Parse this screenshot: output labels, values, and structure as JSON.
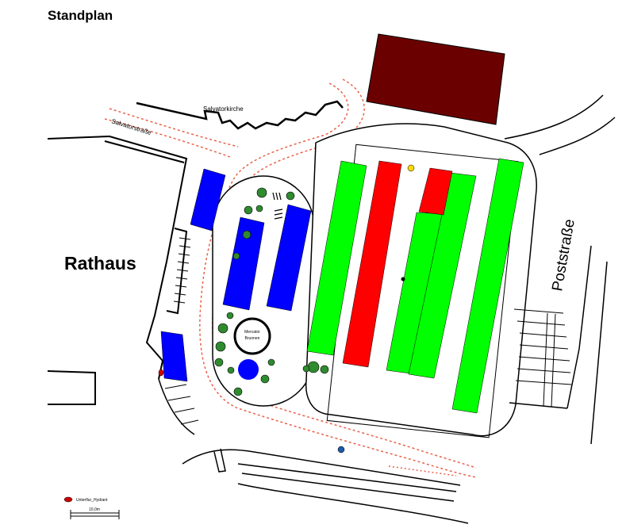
{
  "page": {
    "title": "Standplan"
  },
  "map": {
    "labels": {
      "rathaus": "Rathaus",
      "poststrasse": "Poststraße",
      "salvatorstrasse": "Salvatorstraße",
      "salvatorkirche": "Salvatorkirche",
      "brunnen_line1": "Mercator",
      "brunnen_line2": "Brunnen"
    },
    "legend": {
      "hydrant_label": "Unterflur_Hydrant",
      "scale_label": "10,0m"
    },
    "colors": {
      "stall_green": "#00ff00",
      "stall_red": "#ff0000",
      "stall_blue": "#0000ff",
      "building_brown": "#6b0000",
      "path_dotted": "#e8624a",
      "tree": "#2e8b2e"
    }
  }
}
